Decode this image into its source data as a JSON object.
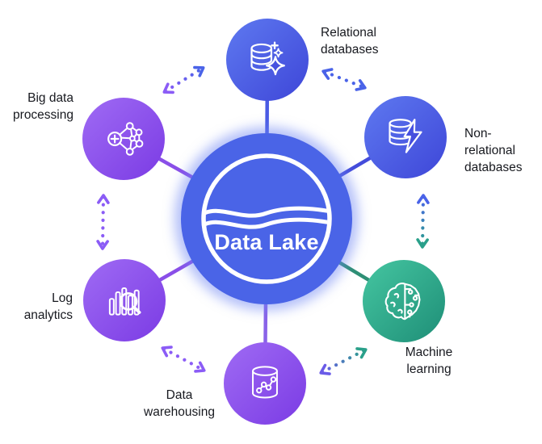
{
  "diagram_title": "Data Lake",
  "center": {
    "label": "Data Lake",
    "icon": "data-lake-wave-icon",
    "color": "#4A64E7"
  },
  "nodes": [
    {
      "id": "relational-databases",
      "label": "Relational databases",
      "icon": "database-sparkle-icon",
      "gradient": "blue"
    },
    {
      "id": "non-relational-databases",
      "label": "Non-relational databases",
      "icon": "database-lightning-icon",
      "gradient": "blue"
    },
    {
      "id": "machine-learning",
      "label": "Machine learning",
      "icon": "brain-circuit-icon",
      "gradient": "green"
    },
    {
      "id": "data-warehousing",
      "label": "Data warehousing",
      "icon": "database-cylinder-chart-icon",
      "gradient": "purple"
    },
    {
      "id": "log-analytics",
      "label": "Log analytics",
      "icon": "bar-chart-magnifier-icon",
      "gradient": "purple"
    },
    {
      "id": "big-data-processing",
      "label": "Big data processing",
      "icon": "network-cluster-icon",
      "gradient": "purple"
    }
  ],
  "colors": {
    "blue_gradient_start": "#5E79F0",
    "blue_gradient_end": "#3E46D8",
    "purple_gradient_start": "#9F6BF4",
    "purple_gradient_end": "#7B3BE4",
    "green_gradient_start": "#45C6A1",
    "green_gradient_end": "#1E8E77",
    "center_blue": "#4A64E7",
    "spoke_blue": "#4A5BE4",
    "spoke_indigo": "#444CDB",
    "spoke_purple": "#8A4FE8",
    "spoke_teal": "#2E8F75",
    "arrow_purple": "#8B5CF6",
    "arrow_blue": "#4A63E8",
    "arrow_indigo": "#6A5BE8",
    "arrow_teal": "#2AA08A",
    "label_text": "#17191F"
  },
  "connections": {
    "spokes": [
      "data-lake — relational-databases",
      "data-lake — non-relational-databases",
      "data-lake — machine-learning",
      "data-lake — data-warehousing",
      "data-lake — log-analytics",
      "data-lake — big-data-processing"
    ],
    "dotted_bidirectional": [
      "big-data-processing ↔ relational-databases",
      "relational-databases ↔ non-relational-databases",
      "non-relational-databases ↔ machine-learning",
      "data-warehousing ↔ machine-learning",
      "log-analytics ↔ data-warehousing",
      "log-analytics ↔ big-data-processing"
    ]
  }
}
